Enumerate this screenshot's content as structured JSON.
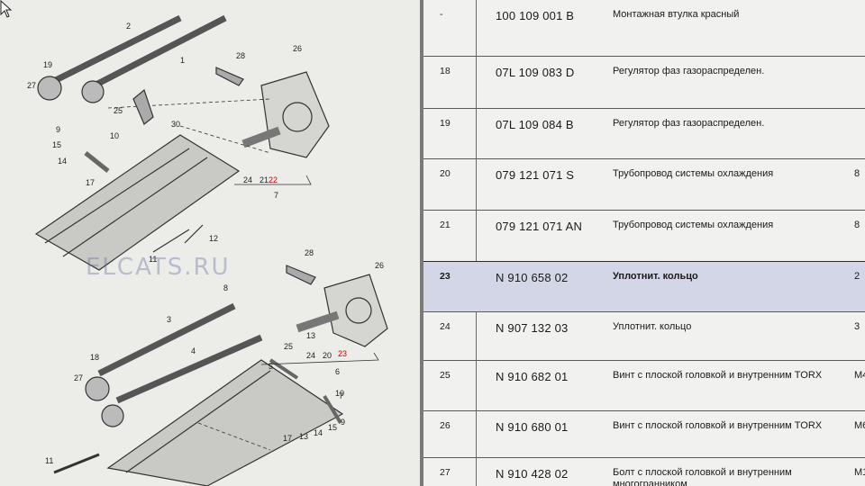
{
  "diagram": {
    "watermark": "ELCATS.RU",
    "top_callouts": [
      "2",
      "1",
      "19",
      "27",
      "9",
      "15",
      "14",
      "17",
      "10",
      "25",
      "30",
      "28",
      "26",
      "24",
      "21",
      "22",
      "7",
      "11",
      "12"
    ],
    "bottom_callouts": [
      "28",
      "26",
      "8",
      "3",
      "4",
      "18",
      "27",
      "13",
      "25",
      "5",
      "24",
      "20",
      "23",
      "6",
      "7",
      "17",
      "13",
      "14",
      "15",
      "9",
      "10",
      "11"
    ]
  },
  "parts": [
    {
      "pos": "-",
      "number": "100 109 001 B",
      "name": "Монтажная втулка красный",
      "extra": ""
    },
    {
      "pos": "18",
      "number": "07L 109 083 D",
      "name": "Регулятор фаз газораспределен.",
      "extra": ""
    },
    {
      "pos": "19",
      "number": "07L 109 084 B",
      "name": "Регулятор фаз газораспределен.",
      "extra": ""
    },
    {
      "pos": "20",
      "number": "079 121 071 S",
      "name": "Трубопровод системы охлаждения",
      "extra": "8"
    },
    {
      "pos": "21",
      "number": "079 121 071 AN",
      "name": "Трубопровод системы охлаждения",
      "extra": "8"
    },
    {
      "pos": "23",
      "number": "N 910 658 02",
      "name": "Уплотнит. кольцо",
      "extra": "2"
    },
    {
      "pos": "24",
      "number": "N 907 132 03",
      "name": "Уплотнит. кольцо",
      "extra": "3"
    },
    {
      "pos": "25",
      "number": "N 910 682 01",
      "name": "Винт с плоской головкой и внутренним TORX",
      "extra": "M4"
    },
    {
      "pos": "26",
      "number": "N 910 680 01",
      "name": "Винт с плоской головкой и внутренним TORX",
      "extra": "M6"
    },
    {
      "pos": "27",
      "number": "N 910 428 02",
      "name": "Болт с плоской головкой и внутренним многогранником",
      "extra": "M1"
    }
  ]
}
